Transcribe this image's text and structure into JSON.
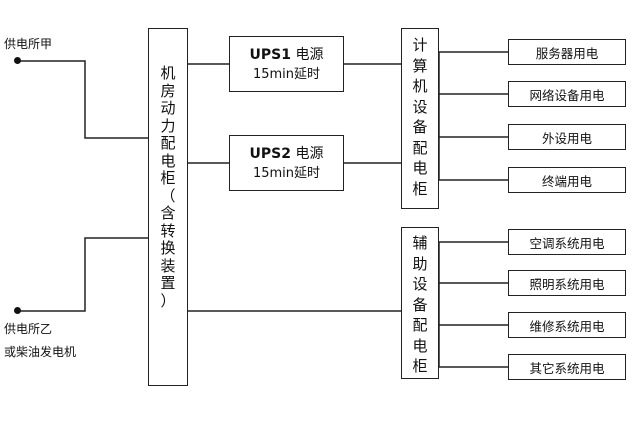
{
  "sources": {
    "a": "供电所甲",
    "b_line1": "供电所乙",
    "b_line2": "或柴油发电机"
  },
  "main_cabinet": {
    "chars": [
      "机",
      "房",
      "动",
      "力",
      "配",
      "电",
      "柜",
      "（",
      "含",
      "转",
      "换",
      "装",
      "置",
      "）"
    ]
  },
  "ups1": {
    "name": "UPS1",
    "suffix": " 电源",
    "delay": "15min延时"
  },
  "ups2": {
    "name": "UPS2",
    "suffix": " 电源",
    "delay": "15min延时"
  },
  "computer_cabinet": {
    "chars": [
      "计",
      "算",
      "机",
      "设",
      "备",
      "配",
      "电",
      "柜"
    ]
  },
  "aux_cabinet": {
    "chars": [
      "辅",
      "助",
      "设",
      "备",
      "配",
      "电",
      "柜"
    ]
  },
  "computer_loads": [
    "服务器用电",
    "网络设备用电",
    "外设用电",
    "终端用电"
  ],
  "aux_loads": [
    "空调系统用电",
    "照明系统用电",
    "维修系统用电",
    "其它系统用电"
  ]
}
